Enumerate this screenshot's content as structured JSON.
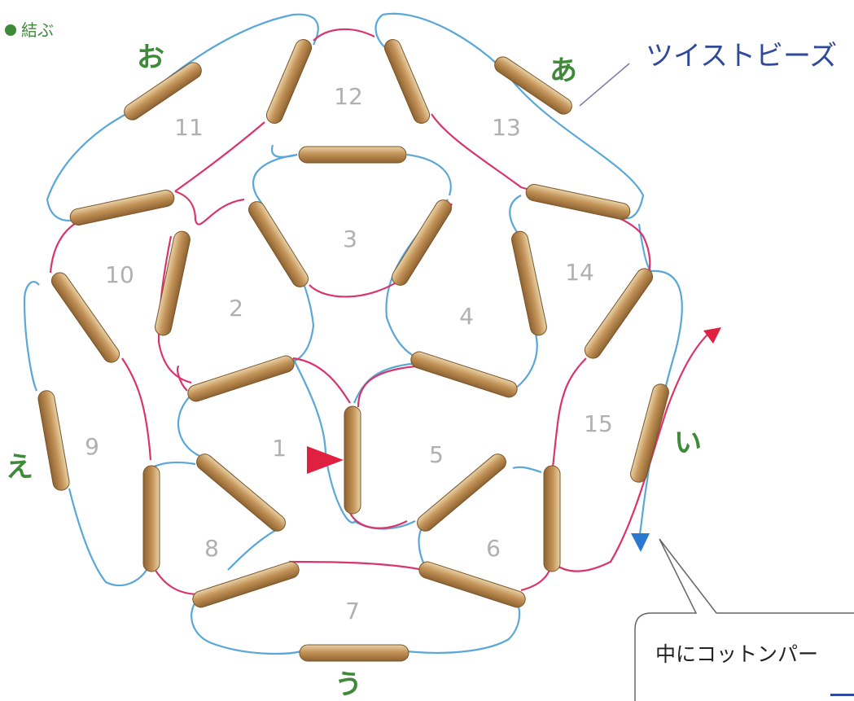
{
  "legend": {
    "label": "結ぶ",
    "dot_color": "#3f8a3a"
  },
  "callout_twist": {
    "label": "ツイストビーズ"
  },
  "callout_note": {
    "text": "中にコットンパー"
  },
  "point_labels": {
    "a": "あ",
    "i": "い",
    "u": "う",
    "e": "え",
    "o": "お"
  },
  "cells": [
    "1",
    "2",
    "3",
    "4",
    "5",
    "6",
    "7",
    "8",
    "9",
    "10",
    "11",
    "12",
    "13",
    "14",
    "15"
  ],
  "colors": {
    "blue_thread": "#5aa7d8",
    "red_thread": "#d8366b",
    "arrow_red": "#e02040",
    "arrow_blue": "#2a78d0",
    "bead": "#c79e63",
    "label_green": "#3f8a3a",
    "label_blue": "#2f4a9a"
  }
}
